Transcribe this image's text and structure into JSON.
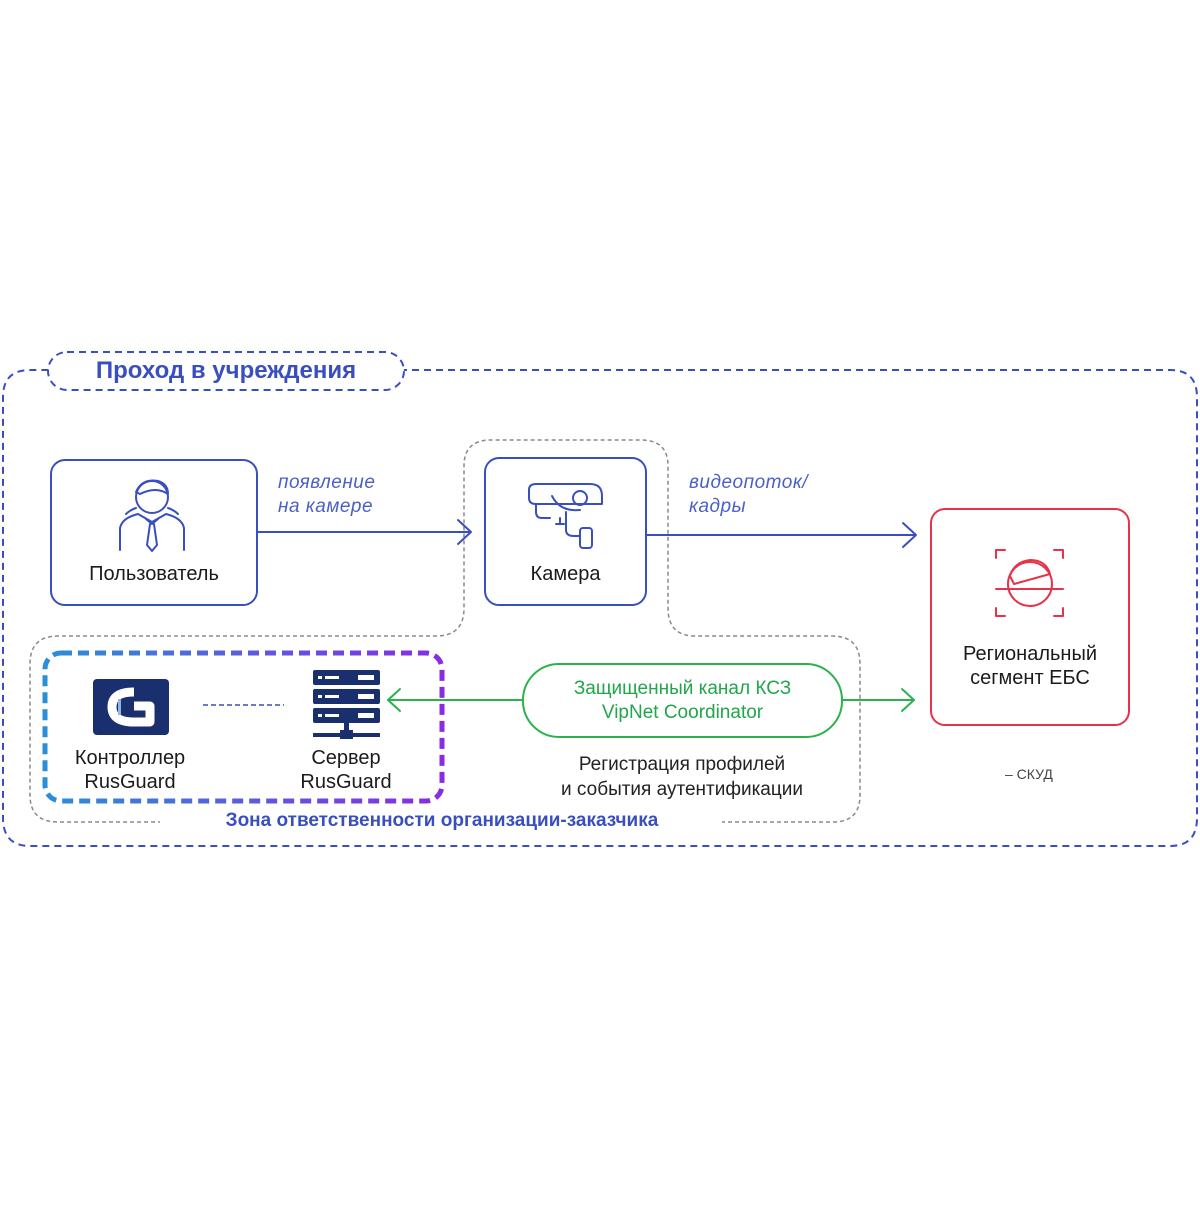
{
  "title": "Проход в учреждения",
  "zone_title": "Зона ответственности организации-заказчика",
  "nodes": {
    "user": "Пользователь",
    "camera": "Камера",
    "region_line1": "Региональный",
    "region_line2": "сегмент ЕБС",
    "controller_line1": "Контроллер",
    "controller_line2": "RusGuard",
    "server_line1": "Сервер",
    "server_line2": "RusGuard"
  },
  "edges": {
    "user_to_camera_line1": "появление",
    "user_to_camera_line2": "на камере",
    "camera_to_region_line1": "видеопоток/",
    "camera_to_region_line2": "кадры"
  },
  "channel": {
    "line1": "Защищенный канал КСЗ",
    "line2": "VipNet Coordinator"
  },
  "note": {
    "line1": "Регистрация профилей",
    "line2": "и события аутентификации"
  },
  "legend": {
    "label": "– СКУД"
  },
  "colors": {
    "blue": "#3a4fbf",
    "grey_dash": "#8a8a8a",
    "red": "#e6334a",
    "green": "#2bb24c",
    "skud_start": "#2b8fd6",
    "skud_end": "#8a2be2"
  },
  "icons": [
    "user-icon",
    "camera-icon",
    "face-scan-icon",
    "rusguard-logo",
    "server-icon"
  ]
}
